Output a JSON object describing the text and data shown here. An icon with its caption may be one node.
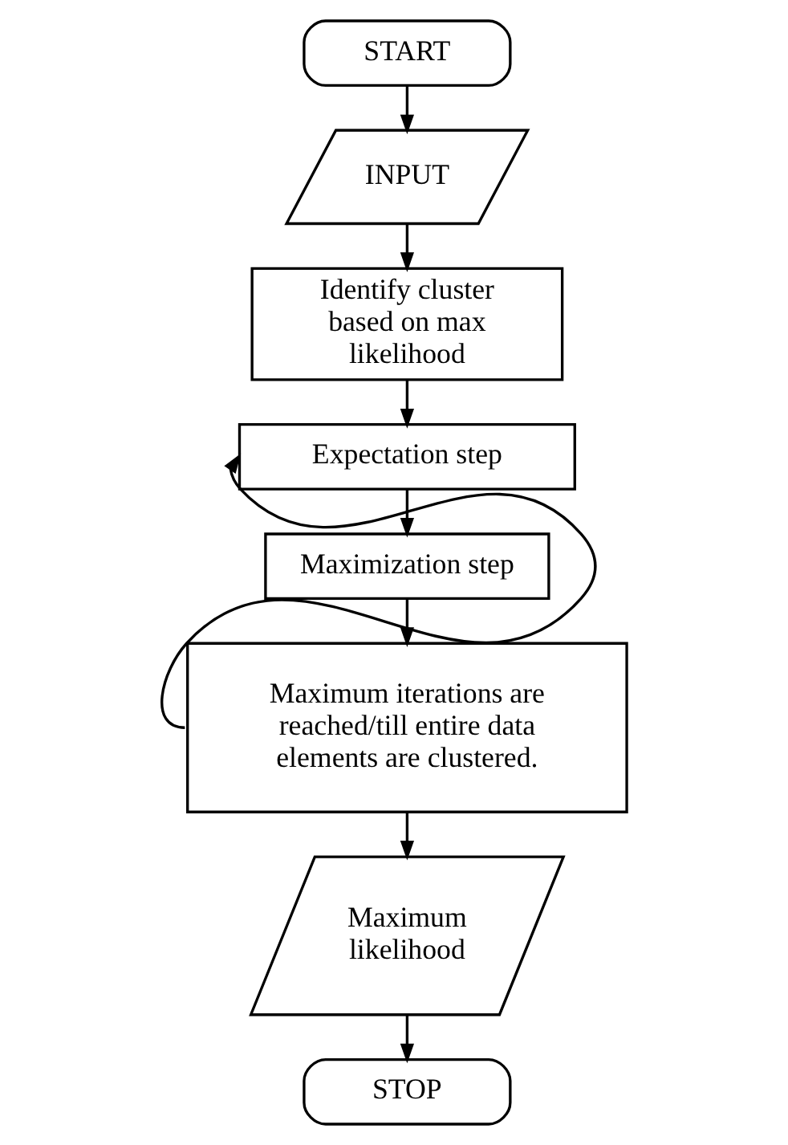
{
  "diagram": {
    "nodes": [
      {
        "text": [
          "START"
        ]
      },
      {
        "text": [
          "INPUT"
        ]
      },
      {
        "text": [
          "Identify cluster based on max likelihood"
        ]
      },
      {
        "text": [
          "Expectation step"
        ]
      },
      {
        "text": [
          "Maximization step"
        ]
      },
      {
        "text": [
          "Maximum iterations are reached/till entire data elements are clustered."
        ]
      },
      {
        "text": [
          "Maximum likelihood"
        ]
      },
      {
        "text": [
          "STOP"
        ]
      }
    ],
    "edges": [
      {
        "from": 0,
        "to": 1,
        "arrow": "to"
      },
      {
        "from": 1,
        "to": 2,
        "arrow": "to"
      },
      {
        "from": 2,
        "to": 3,
        "arrow": "to"
      },
      {
        "from": 3,
        "to": 4,
        "arrow": "to"
      },
      {
        "from": 4,
        "to": 5,
        "arrow": "to"
      },
      {
        "from": 5,
        "to": 3,
        "arrow": "to"
      },
      {
        "from": 5,
        "to": 6,
        "arrow": "to"
      },
      {
        "from": 6,
        "to": 7,
        "arrow": "to"
      }
    ]
  }
}
